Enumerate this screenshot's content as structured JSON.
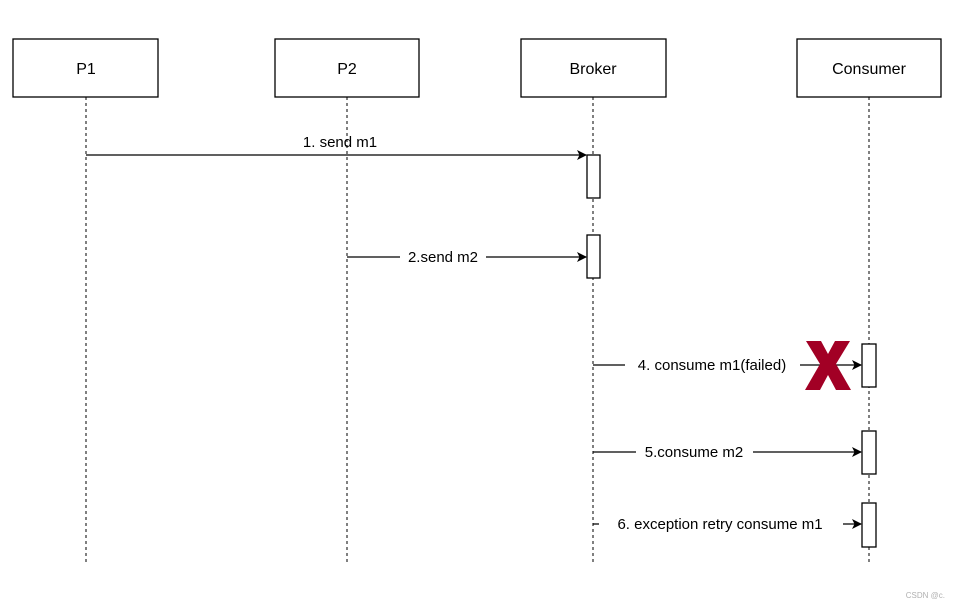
{
  "diagram": {
    "type": "sequence",
    "participants": [
      {
        "id": "p1",
        "label": "P1"
      },
      {
        "id": "p2",
        "label": "P2"
      },
      {
        "id": "broker",
        "label": "Broker"
      },
      {
        "id": "consumer",
        "label": "Consumer"
      }
    ],
    "messages": [
      {
        "id": "m1",
        "from": "p1",
        "to": "broker",
        "label": "1. send m1"
      },
      {
        "id": "m2",
        "from": "p2",
        "to": "broker",
        "label": "2.send m2"
      },
      {
        "id": "m4",
        "from": "broker",
        "to": "consumer",
        "label": "4. consume m1(failed)",
        "failed": true
      },
      {
        "id": "m5",
        "from": "broker",
        "to": "consumer",
        "label": "5.consume m2"
      },
      {
        "id": "m6",
        "from": "broker",
        "to": "consumer",
        "label": "6. exception retry consume m1"
      }
    ],
    "failure_mark_color": "#a20025"
  },
  "watermark": "CSDN @c."
}
